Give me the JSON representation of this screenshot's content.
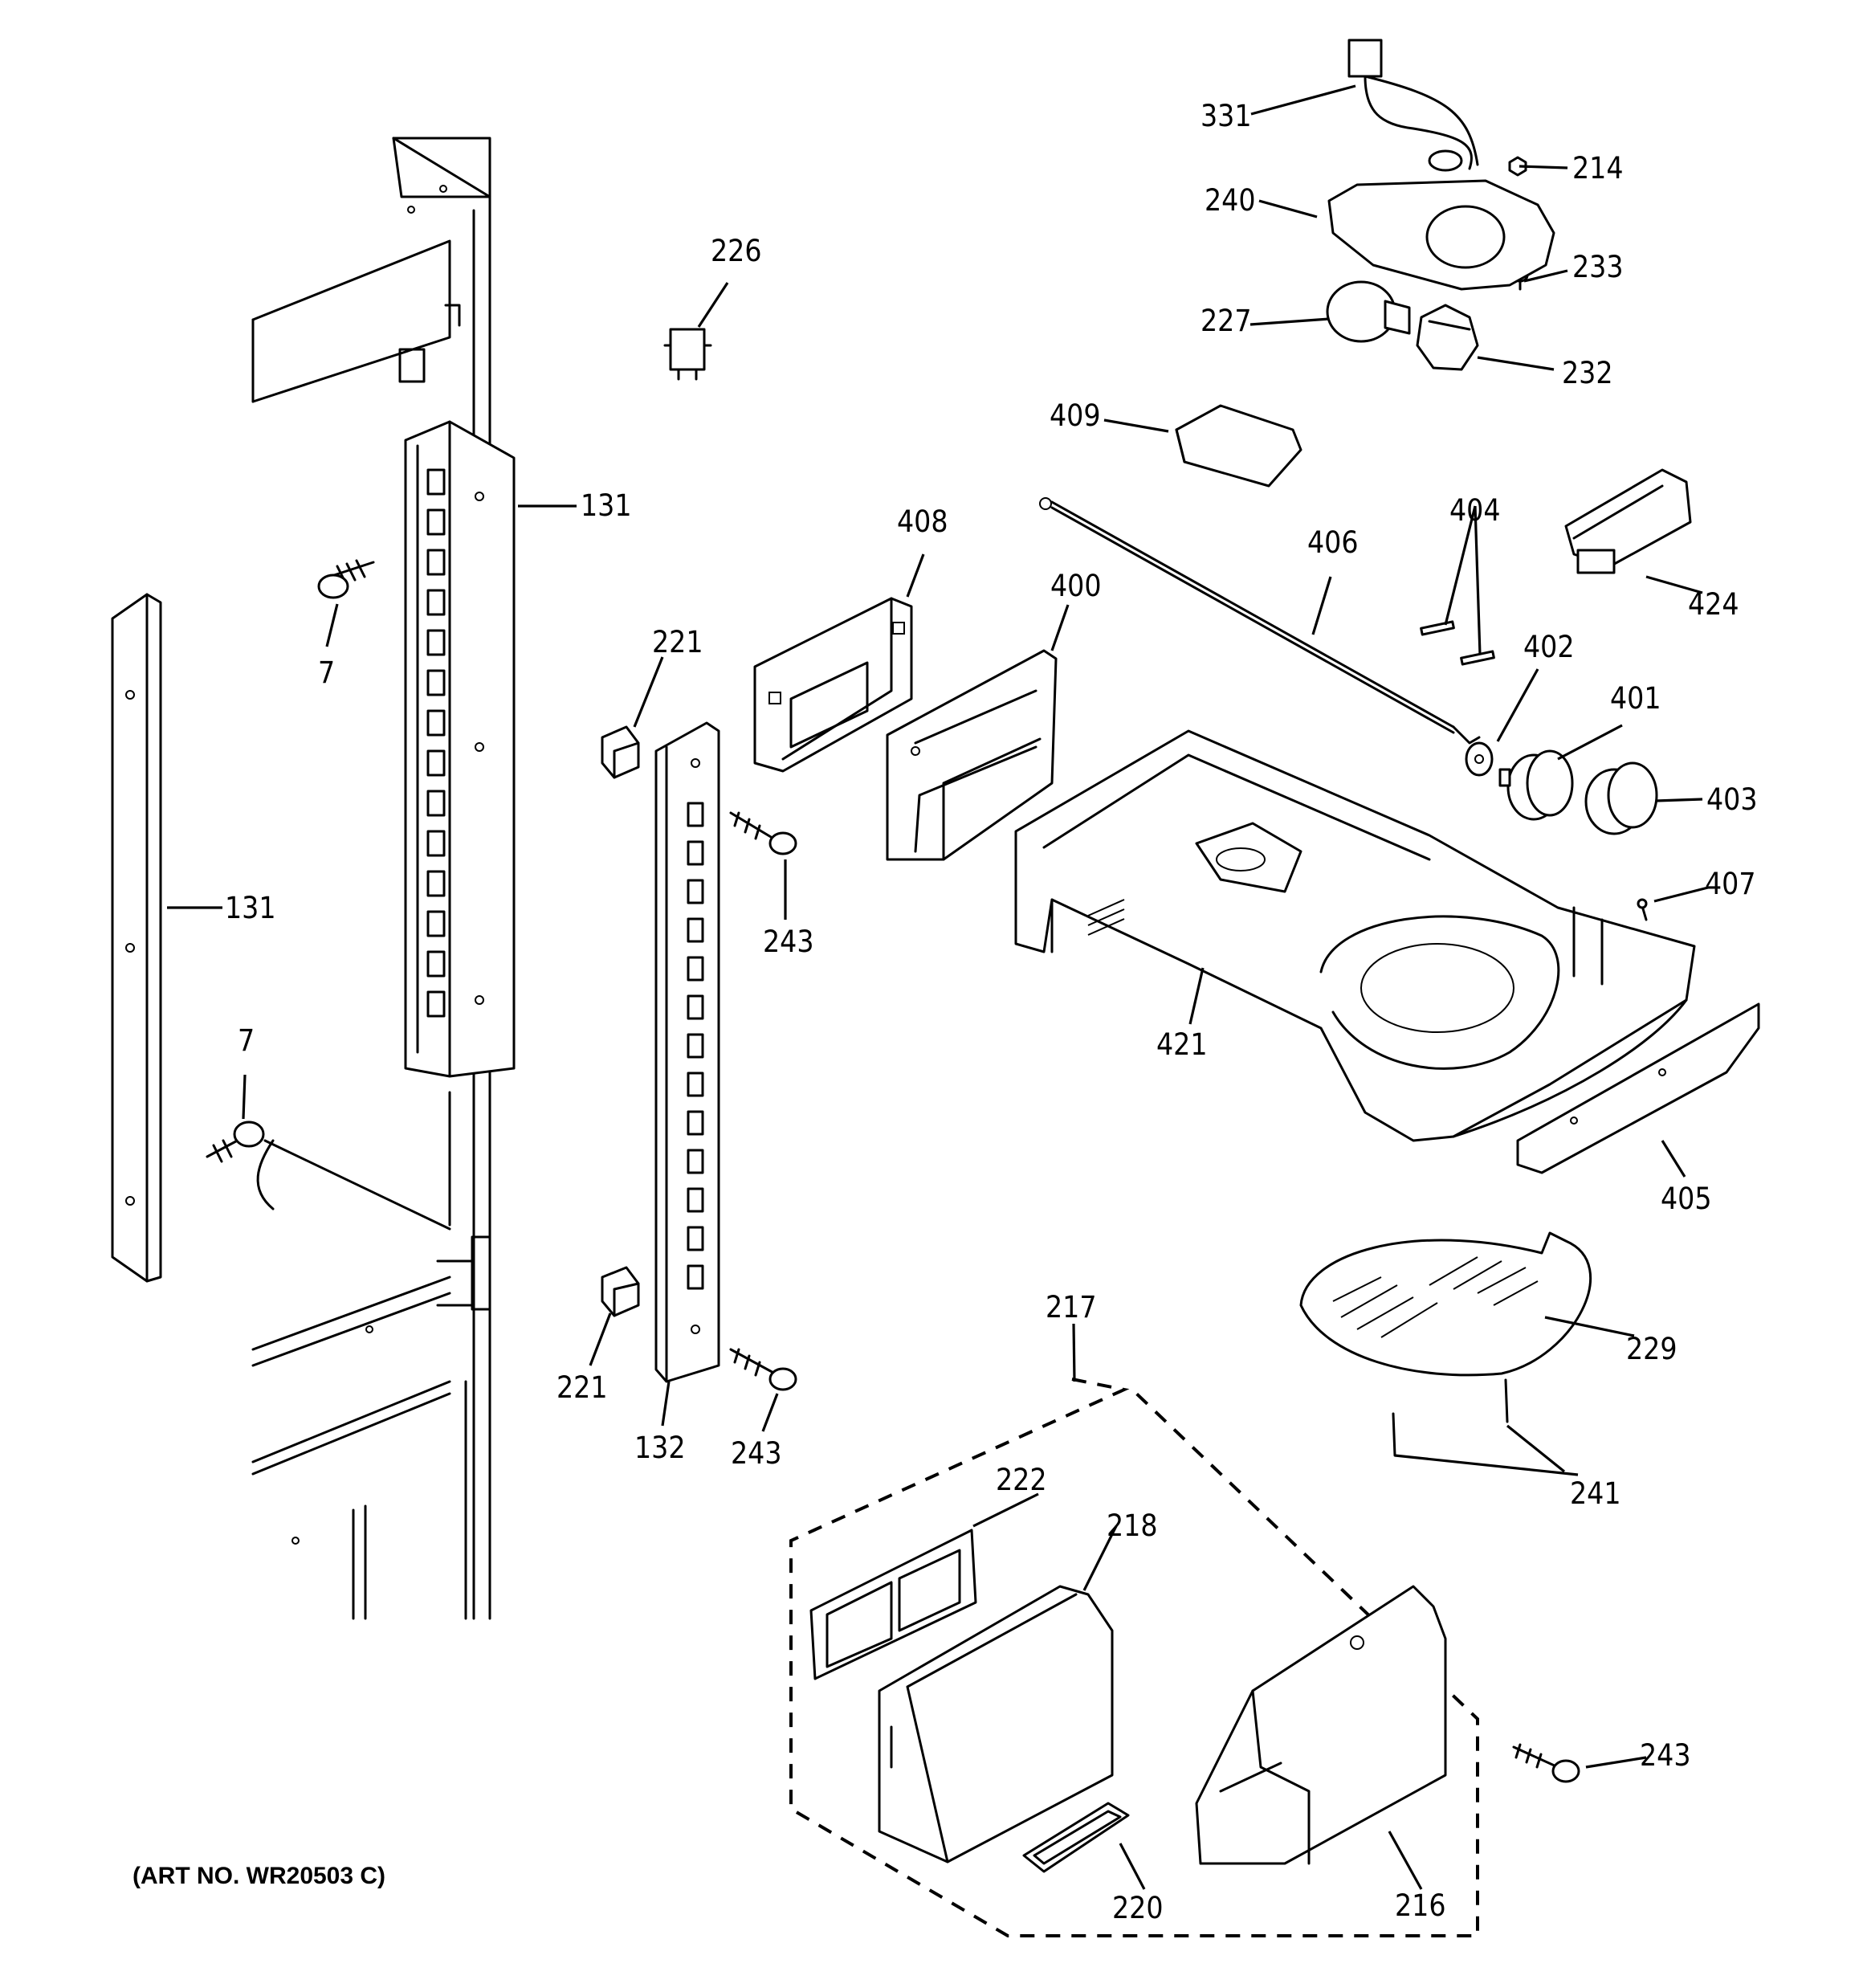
{
  "diagram": {
    "art_number": "(ART NO. WR20503 C)",
    "labels": {
      "p331": "331",
      "p214": "214",
      "p240": "240",
      "p233": "233",
      "p227": "227",
      "p232": "232",
      "p226": "226",
      "p409": "409",
      "p131a": "131",
      "p131b": "131",
      "p7a": "7",
      "p7b": "7",
      "p408": "408",
      "p404": "404",
      "p424": "424",
      "p406": "406",
      "p400": "400",
      "p221a": "221",
      "p221b": "221",
      "p402": "402",
      "p401": "401",
      "p403": "403",
      "p243a": "243",
      "p243b": "243",
      "p243c": "243",
      "p407": "407",
      "p421": "421",
      "p405": "405",
      "p229": "229",
      "p132": "132",
      "p217": "217",
      "p241": "241",
      "p222": "222",
      "p218": "218",
      "p220": "220",
      "p216": "216"
    }
  }
}
